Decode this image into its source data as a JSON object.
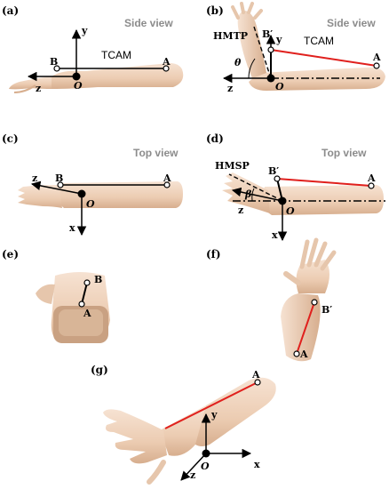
{
  "panels": {
    "a": {
      "label": "(a)",
      "view": "Side view",
      "tcam": "TCAM",
      "y": "y",
      "z": "z",
      "o": "O",
      "a": "A",
      "b": "B"
    },
    "b": {
      "label": "(b)",
      "view": "Side view",
      "tcam": "TCAM",
      "hmtp": "HMTP",
      "theta": "θ",
      "y": "y",
      "z": "z",
      "o": "O",
      "a": "A",
      "bp": "B′"
    },
    "c": {
      "label": "(c)",
      "view": "Top view",
      "x": "x",
      "z": "z",
      "o": "O",
      "a": "A",
      "b": "B"
    },
    "d": {
      "label": "(d)",
      "view": "Top view",
      "hmsp": "HMSP",
      "beta": "β",
      "x": "x",
      "z": "z",
      "o": "O",
      "a": "A",
      "bp": "B′"
    },
    "e": {
      "label": "(e)",
      "a": "A",
      "b": "B"
    },
    "f": {
      "label": "(f)",
      "a": "A",
      "bp": "B′"
    },
    "g": {
      "label": "(g)",
      "a": "A",
      "y": "y",
      "x": "x",
      "z": "z",
      "o": "O"
    }
  },
  "colors": {
    "skin": "#efd2bb",
    "skin_shadow": "#d9b193",
    "segment_red": "#e0201d",
    "axis": "#000000",
    "view_text": "#8c8c8c"
  }
}
